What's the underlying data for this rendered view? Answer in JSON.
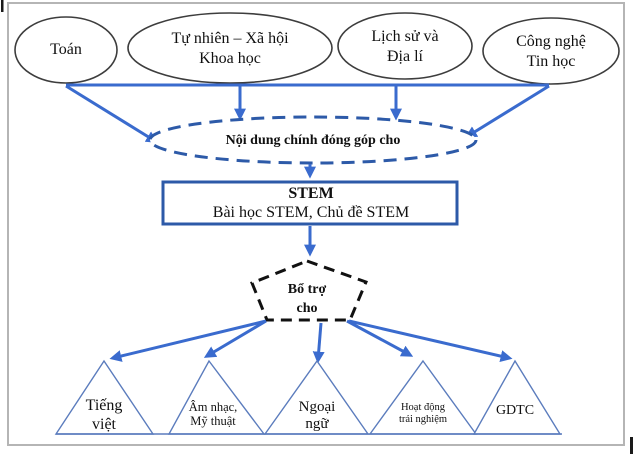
{
  "subjects": [
    {
      "line1": "Toán"
    },
    {
      "line1": "Tự nhiên – Xã hội",
      "line2": "Khoa học"
    },
    {
      "line1": "Lịch sử và",
      "line2": "Địa lí"
    },
    {
      "line1": "Công nghệ",
      "line2": "Tin học"
    }
  ],
  "contribution": {
    "label": "Nội dung chính đóng góp cho"
  },
  "stem": {
    "title": "STEM",
    "subtitle": "Bài học STEM, Chủ đề STEM"
  },
  "support": {
    "line1": "Bổ trợ",
    "line2": "cho"
  },
  "target_subjects": [
    {
      "line1": "Tiếng",
      "line2": "việt"
    },
    {
      "line1": "Âm nhạc,",
      "line2": "Mỹ thuật"
    },
    {
      "line1": "Ngoại",
      "line2": "ngữ"
    },
    {
      "line1": "Hoạt động",
      "line2": "trải nghiệm"
    },
    {
      "line1": "GDTC"
    }
  ],
  "colors": {
    "arrow_blue": "#3a6bce",
    "dashed_ellipse_blue": "#2d5aa8",
    "stem_box_border": "#2d5aa8",
    "triangle_stroke": "#5b7cbd",
    "ellipse_outline": "#3d3d3d",
    "pentagon_dash": "#111111",
    "frame_gray": "#b5b5b5",
    "text": "#101010"
  }
}
